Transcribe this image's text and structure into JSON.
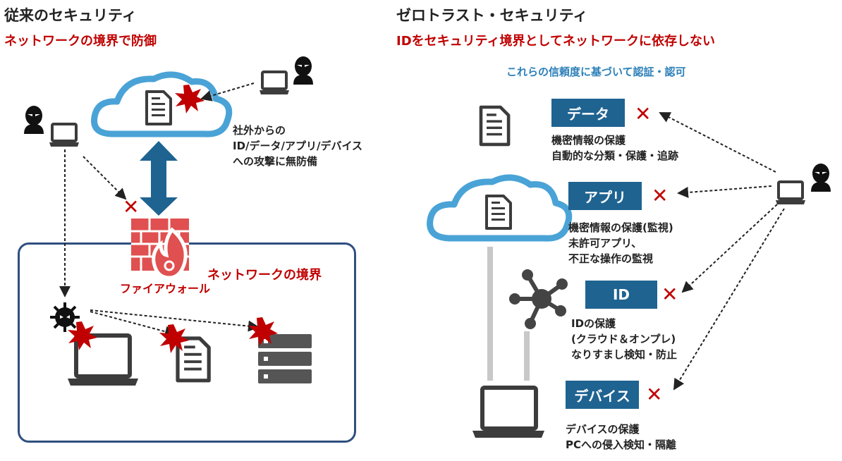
{
  "left": {
    "title": "従来のセキュリティ",
    "subtitle": "ネットワークの境界で防御",
    "cloud_note": "社外からの\nID/データ/アプリ/デバイス\nへの攻撃に無防備",
    "boundary_label": "ネットワークの境界",
    "firewall_label": "ファイアウォール"
  },
  "right": {
    "title": "ゼロトラスト・セキュリティ",
    "subtitle": "IDをセキュリティ境界としてネットワークに依存しない",
    "trust_note": "これらの信頼度に基づいて認証・認可",
    "items": [
      {
        "label": "データ",
        "desc": "機密情報の保護\n自動的な分類・保護・追跡"
      },
      {
        "label": "アプリ",
        "desc": "機密情報の保護(監視)\n未許可アプリ、\n不正な操作の監視"
      },
      {
        "label": "ID",
        "desc": "IDの保護\n(クラウド＆オンプレ)\nなりすまし検知・防止"
      },
      {
        "label": "デバイス",
        "desc": "デバイスの保護\nPCへの侵入検知・隔離"
      }
    ]
  },
  "x_mark": "✕",
  "colors": {
    "red": "#c00000",
    "blue_box": "#1f6391",
    "cloud_stroke": "#4aa3d6",
    "arrow_blue": "#1f6391",
    "boundary_stroke": "#2f4f7f",
    "icon_gray": "#3c3c3c",
    "firewall": "#e05050"
  },
  "icons": [
    "document-icon",
    "cloud-icon",
    "laptop-icon",
    "hacker-icon",
    "server-icon",
    "virus-icon",
    "firewall-icon",
    "network-hub-icon",
    "double-arrow-icon"
  ]
}
